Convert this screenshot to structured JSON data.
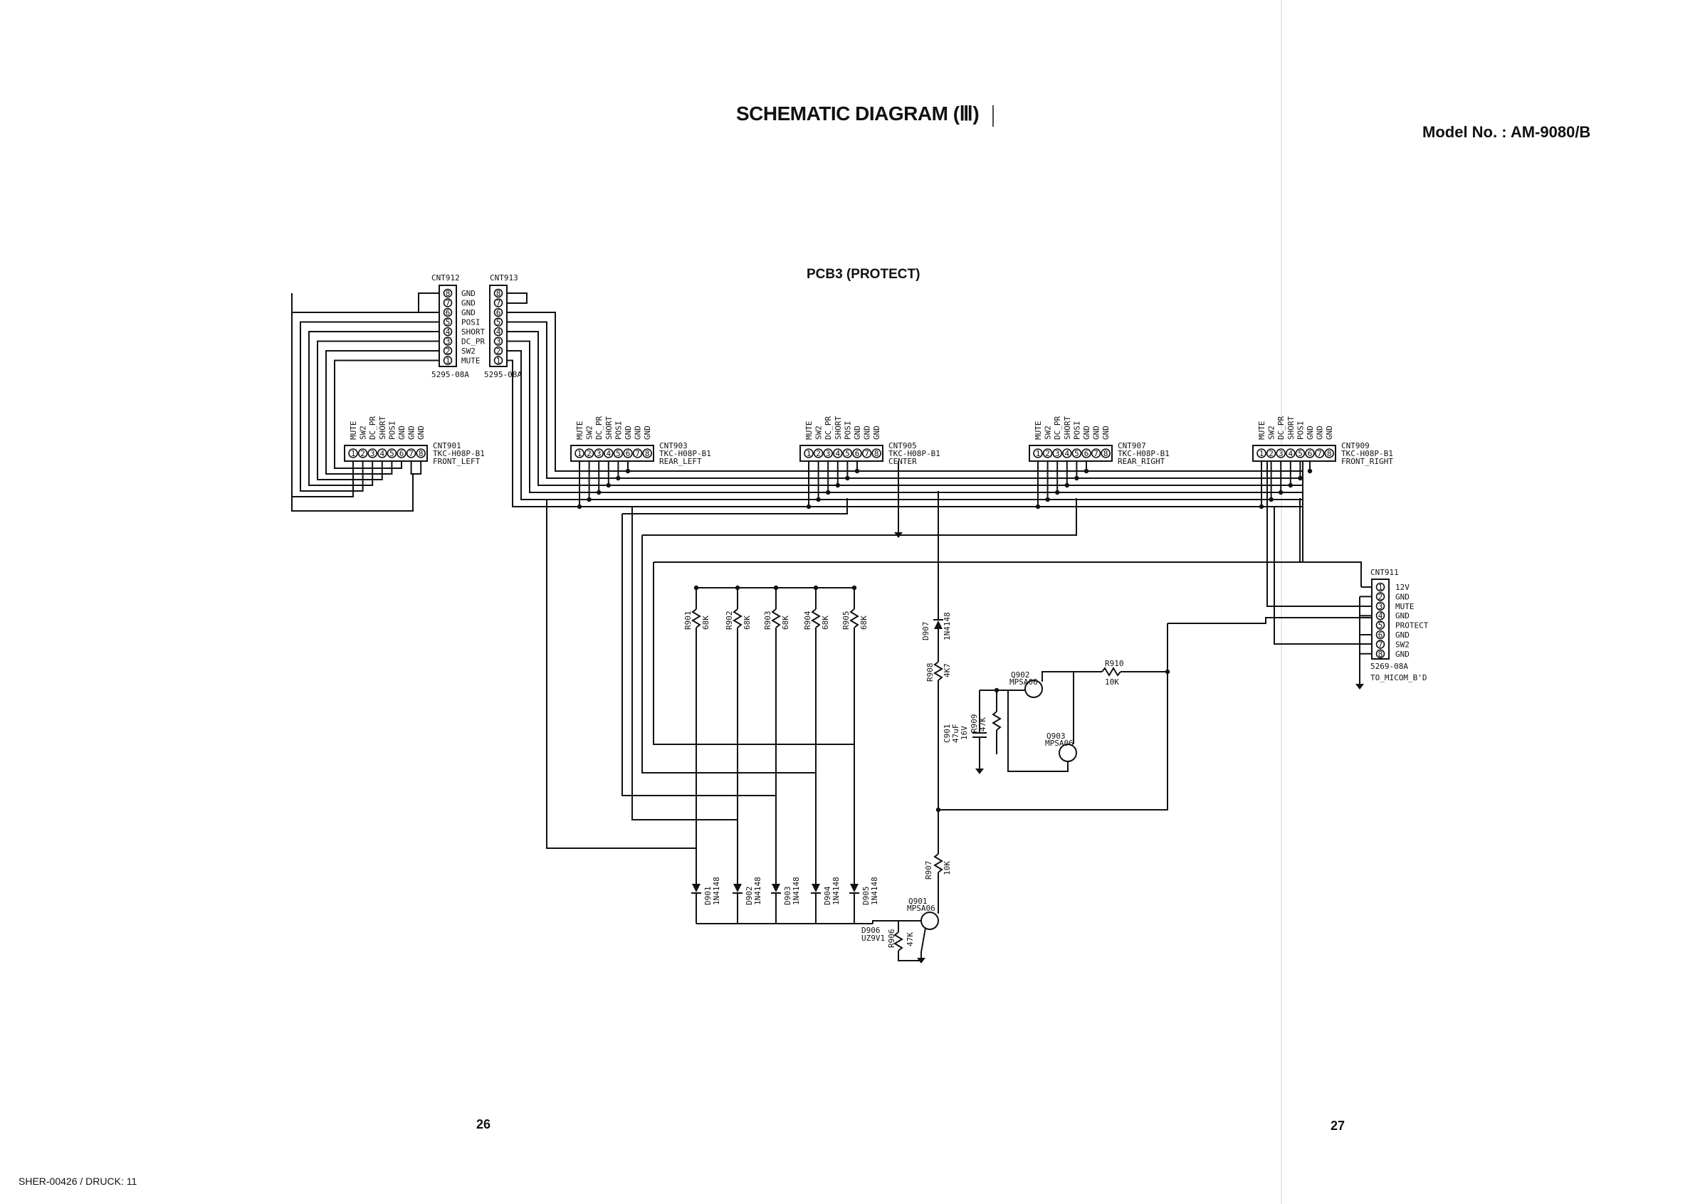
{
  "header": {
    "title": "SCHEMATIC DIAGRAM (Ⅲ)",
    "model": "Model No. : AM-9080/B",
    "board": "PCB3 (PROTECT)"
  },
  "footer": {
    "page_left": "26",
    "page_right": "27",
    "doc_code": "SHER-00426 / DRUCK: 11"
  },
  "connectors": {
    "cnt912": {
      "ref": "CNT912",
      "part": "5295-08A",
      "pins": [
        "8",
        "7",
        "6",
        "5",
        "4",
        "3",
        "2",
        "1"
      ]
    },
    "cnt913": {
      "ref": "CNT913",
      "part": "5295-08A",
      "pins": [
        "8",
        "7",
        "6",
        "5",
        "4",
        "3",
        "2",
        "1"
      ]
    },
    "between_labels": [
      "GND",
      "GND",
      "GND",
      "POSI",
      "SHORT",
      "DC_PR",
      "SW2",
      "MUTE"
    ],
    "speaker_pin_labels": [
      "MUTE",
      "SW2",
      "DC_PR",
      "SHORT",
      "POSI",
      "GND",
      "GND",
      "GND"
    ],
    "speakers": [
      {
        "ref": "CNT901",
        "part": "TKC-H08P-B1",
        "name": "FRONT_LEFT"
      },
      {
        "ref": "CNT903",
        "part": "TKC-H08P-B1",
        "name": "REAR_LEFT"
      },
      {
        "ref": "CNT905",
        "part": "TKC-H08P-B1",
        "name": "CENTER"
      },
      {
        "ref": "CNT907",
        "part": "TKC-H08P-B1",
        "name": "REAR_RIGHT"
      },
      {
        "ref": "CNT909",
        "part": "TKC-H08P-B1",
        "name": "FRONT_RIGHT"
      }
    ],
    "cnt911": {
      "ref": "CNT911",
      "part": "5269-08A",
      "dest": "TO_MICOM_B'D",
      "pin_labels": [
        "12V",
        "GND",
        "MUTE",
        "GND",
        "PROTECT",
        "GND",
        "SW2",
        "GND"
      ]
    }
  },
  "components": {
    "resistors": [
      {
        "ref": "R901",
        "value": "68K"
      },
      {
        "ref": "R902",
        "value": "68K"
      },
      {
        "ref": "R903",
        "value": "68K"
      },
      {
        "ref": "R904",
        "value": "68K"
      },
      {
        "ref": "R905",
        "value": "68K"
      },
      {
        "ref": "R906",
        "value": "47K"
      },
      {
        "ref": "R907",
        "value": "10K"
      },
      {
        "ref": "R908",
        "value": "4K7"
      },
      {
        "ref": "R909",
        "value": "47K"
      },
      {
        "ref": "R910",
        "value": "10K"
      }
    ],
    "diodes": [
      {
        "ref": "D901",
        "value": "1N4148"
      },
      {
        "ref": "D902",
        "value": "1N4148"
      },
      {
        "ref": "D903",
        "value": "1N4148"
      },
      {
        "ref": "D904",
        "value": "1N4148"
      },
      {
        "ref": "D905",
        "value": "1N4148"
      },
      {
        "ref": "D906",
        "value": "UZ9V1"
      },
      {
        "ref": "D907",
        "value": "1N4148"
      }
    ],
    "transistors": [
      {
        "ref": "Q901",
        "value": "MPSA06"
      },
      {
        "ref": "Q902",
        "value": "MPSA06"
      },
      {
        "ref": "Q903",
        "value": "MPSA06"
      }
    ],
    "capacitor": {
      "ref": "C901",
      "value": "47uF",
      "voltage": "16V"
    }
  }
}
